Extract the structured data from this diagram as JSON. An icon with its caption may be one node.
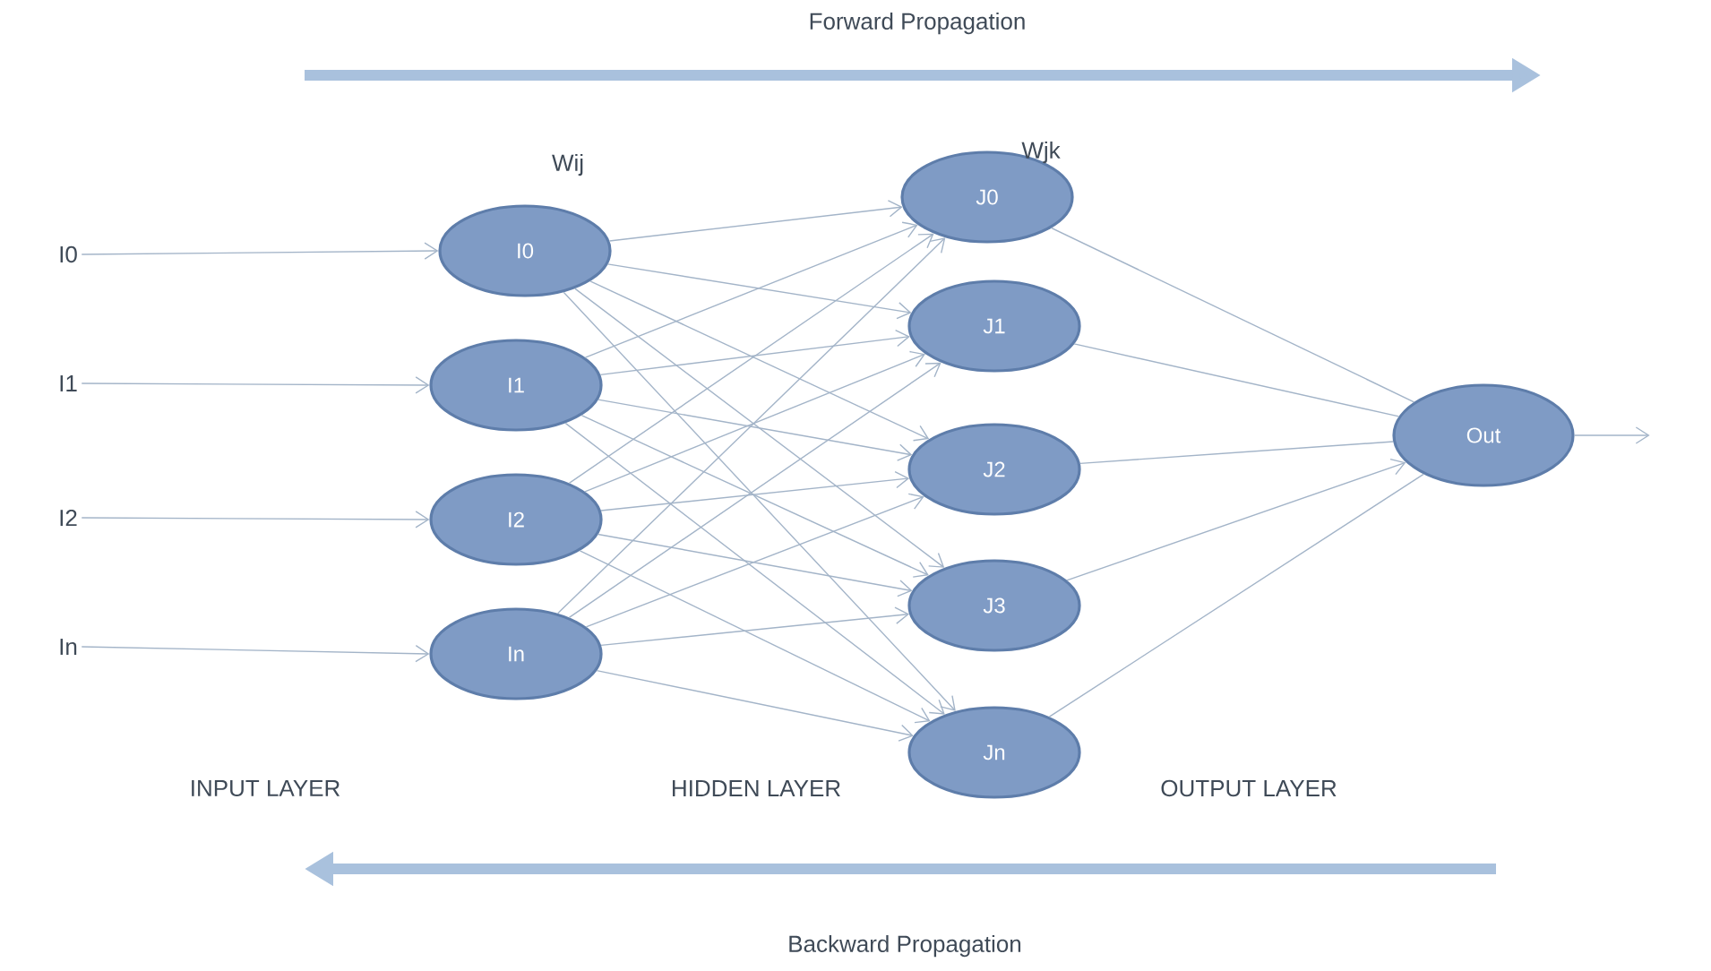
{
  "diagram": {
    "nodes": [
      {
        "text": [
          "I0"
        ]
      },
      {
        "text": [
          "I1"
        ]
      },
      {
        "text": [
          "I2"
        ]
      },
      {
        "text": [
          "In"
        ]
      },
      {
        "text": [
          "I0"
        ]
      },
      {
        "text": [
          "I1"
        ]
      },
      {
        "text": [
          "I2"
        ]
      },
      {
        "text": [
          "In"
        ]
      },
      {
        "text": [
          "J0"
        ]
      },
      {
        "text": [
          "J1"
        ]
      },
      {
        "text": [
          "J2"
        ]
      },
      {
        "text": [
          "J3"
        ]
      },
      {
        "text": [
          "Jn"
        ]
      },
      {
        "text": [
          "Out"
        ]
      }
    ],
    "edges": [
      {
        "from": 0,
        "to": 4,
        "arrow": "to"
      },
      {
        "from": 1,
        "to": 5,
        "arrow": "to"
      },
      {
        "from": 2,
        "to": 6,
        "arrow": "to"
      },
      {
        "from": 3,
        "to": 7,
        "arrow": "to"
      },
      {
        "from": 4,
        "to": 8,
        "arrow": "to"
      },
      {
        "from": 4,
        "to": 9,
        "arrow": "to"
      },
      {
        "from": 4,
        "to": 10,
        "arrow": "to"
      },
      {
        "from": 4,
        "to": 11,
        "arrow": "to"
      },
      {
        "from": 4,
        "to": 12,
        "arrow": "to"
      },
      {
        "from": 5,
        "to": 8,
        "arrow": "to"
      },
      {
        "from": 5,
        "to": 9,
        "arrow": "to"
      },
      {
        "from": 5,
        "to": 10,
        "arrow": "to"
      },
      {
        "from": 5,
        "to": 11,
        "arrow": "to"
      },
      {
        "from": 5,
        "to": 12,
        "arrow": "to"
      },
      {
        "from": 6,
        "to": 8,
        "arrow": "to"
      },
      {
        "from": 6,
        "to": 9,
        "arrow": "to"
      },
      {
        "from": 6,
        "to": 10,
        "arrow": "to"
      },
      {
        "from": 6,
        "to": 11,
        "arrow": "to"
      },
      {
        "from": 6,
        "to": 12,
        "arrow": "to"
      },
      {
        "from": 7,
        "to": 8,
        "arrow": "to"
      },
      {
        "from": 7,
        "to": 9,
        "arrow": "to"
      },
      {
        "from": 7,
        "to": 10,
        "arrow": "to"
      },
      {
        "from": 7,
        "to": 11,
        "arrow": "to"
      },
      {
        "from": 7,
        "to": 12,
        "arrow": "to"
      },
      {
        "from": 8,
        "to": 13,
        "arrow": "none"
      },
      {
        "from": 9,
        "to": 13,
        "arrow": "none"
      },
      {
        "from": 10,
        "to": 13,
        "arrow": "none"
      },
      {
        "from": 11,
        "to": 13,
        "arrow": "to"
      },
      {
        "from": 12,
        "to": 13,
        "arrow": "none"
      },
      {
        "from": 13,
        "to": null,
        "arrow": "to"
      }
    ],
    "labels": [
      "Forward Propagation",
      "Wij",
      "Wjk",
      "INPUT LAYER",
      "HIDDEN LAYER",
      "OUTPUT LAYER",
      "Backward Propagation"
    ]
  }
}
